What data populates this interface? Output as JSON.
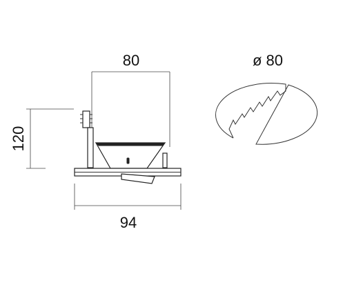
{
  "dimensions": {
    "top_width": "80",
    "height": "120",
    "bottom_width": "94",
    "cutout_diameter": "ø 80"
  },
  "colors": {
    "line": "#333333",
    "text": "#111111",
    "background": "#ffffff"
  }
}
